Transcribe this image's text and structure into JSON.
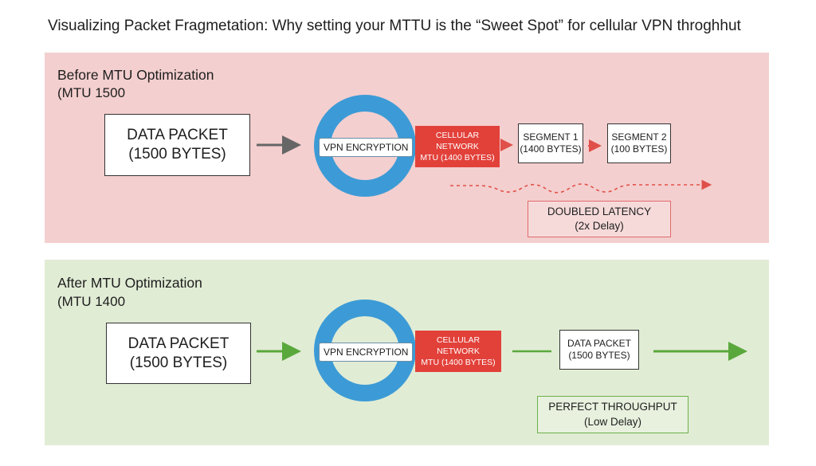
{
  "title": "Visualizing Packet Fragmetation: Why setting your MTTU is the “Sweet Spot” for cellular VPN throghhut",
  "before": {
    "heading": "Before MTU Optimization",
    "subheading": "(MTU 1500",
    "packet": {
      "line1": "DATA PACKET",
      "line2": "(1500 BYTES)"
    },
    "vpn_label": "VPN ENCRYPTION",
    "cellular": {
      "line1": "CELLULAR NETWORK",
      "line2": "MTU (1400 BYTES)"
    },
    "segment1": {
      "line1": "SEGMENT 1",
      "line2": "(1400 BYTES)"
    },
    "segment2": {
      "line1": "SEGMENT 2",
      "line2": "(100 BYTES)"
    },
    "callout": {
      "line1": "DOUBLED LATENCY",
      "line2": "(2x Delay)"
    }
  },
  "after": {
    "heading": "After MTU Optimization",
    "subheading": "(MTU 1400",
    "packet": {
      "line1": "DATA PACKET",
      "line2": "(1500 BYTES)"
    },
    "vpn_label": "VPN ENCRYPTION",
    "cellular": {
      "line1": "CELLULAR NETWORK",
      "line2": "MTU (1400 BYTES)"
    },
    "result": {
      "line1": "DATA PACKET",
      "line2": "(1500 BYTES)"
    },
    "callout": {
      "line1": "PERFECT THROUGHPUT",
      "line2": "(Low Delay)"
    }
  },
  "colors": {
    "before_bg": "#f4cfcf",
    "after_bg": "#e1ecd5",
    "vpn_ring": "#3c9bd6",
    "cellular_box": "#e2413a",
    "before_arrow": "#e0504a",
    "after_arrow": "#5aa83c",
    "neutral_arrow": "#666666"
  }
}
